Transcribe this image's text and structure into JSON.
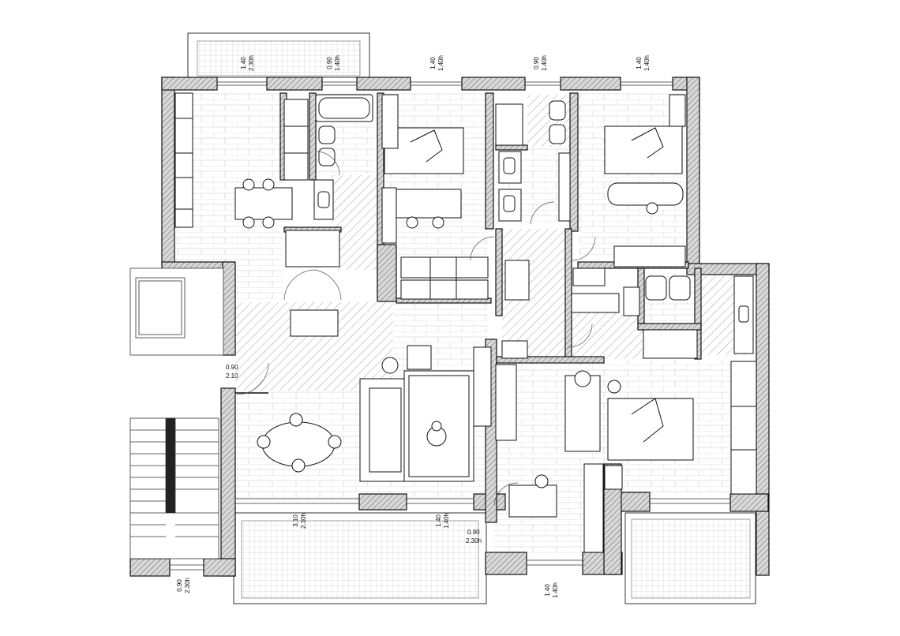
{
  "plan": {
    "openings": {
      "o1_w": "1.40",
      "o1_h": "2.30h",
      "o2_w": "0.90",
      "o2_h": "1.40h",
      "o3_w": "1.40",
      "o3_h": "1.40h",
      "o4_w": "0.90",
      "o4_h": "1.40h",
      "o5_w": "1.40",
      "o5_h": "1.40h",
      "o6_w": "0.90",
      "o6_h": "2.10",
      "o7_w": "3.10",
      "o7_h": "2.30h",
      "o8_w": "1.40",
      "o8_h": "1.40h",
      "o9_w": "0.90",
      "o9_h": "2.30h",
      "o10_w": "1.40",
      "o10_h": "1.40h",
      "o11_w": "0.90",
      "o11_h": "2.30h"
    }
  }
}
